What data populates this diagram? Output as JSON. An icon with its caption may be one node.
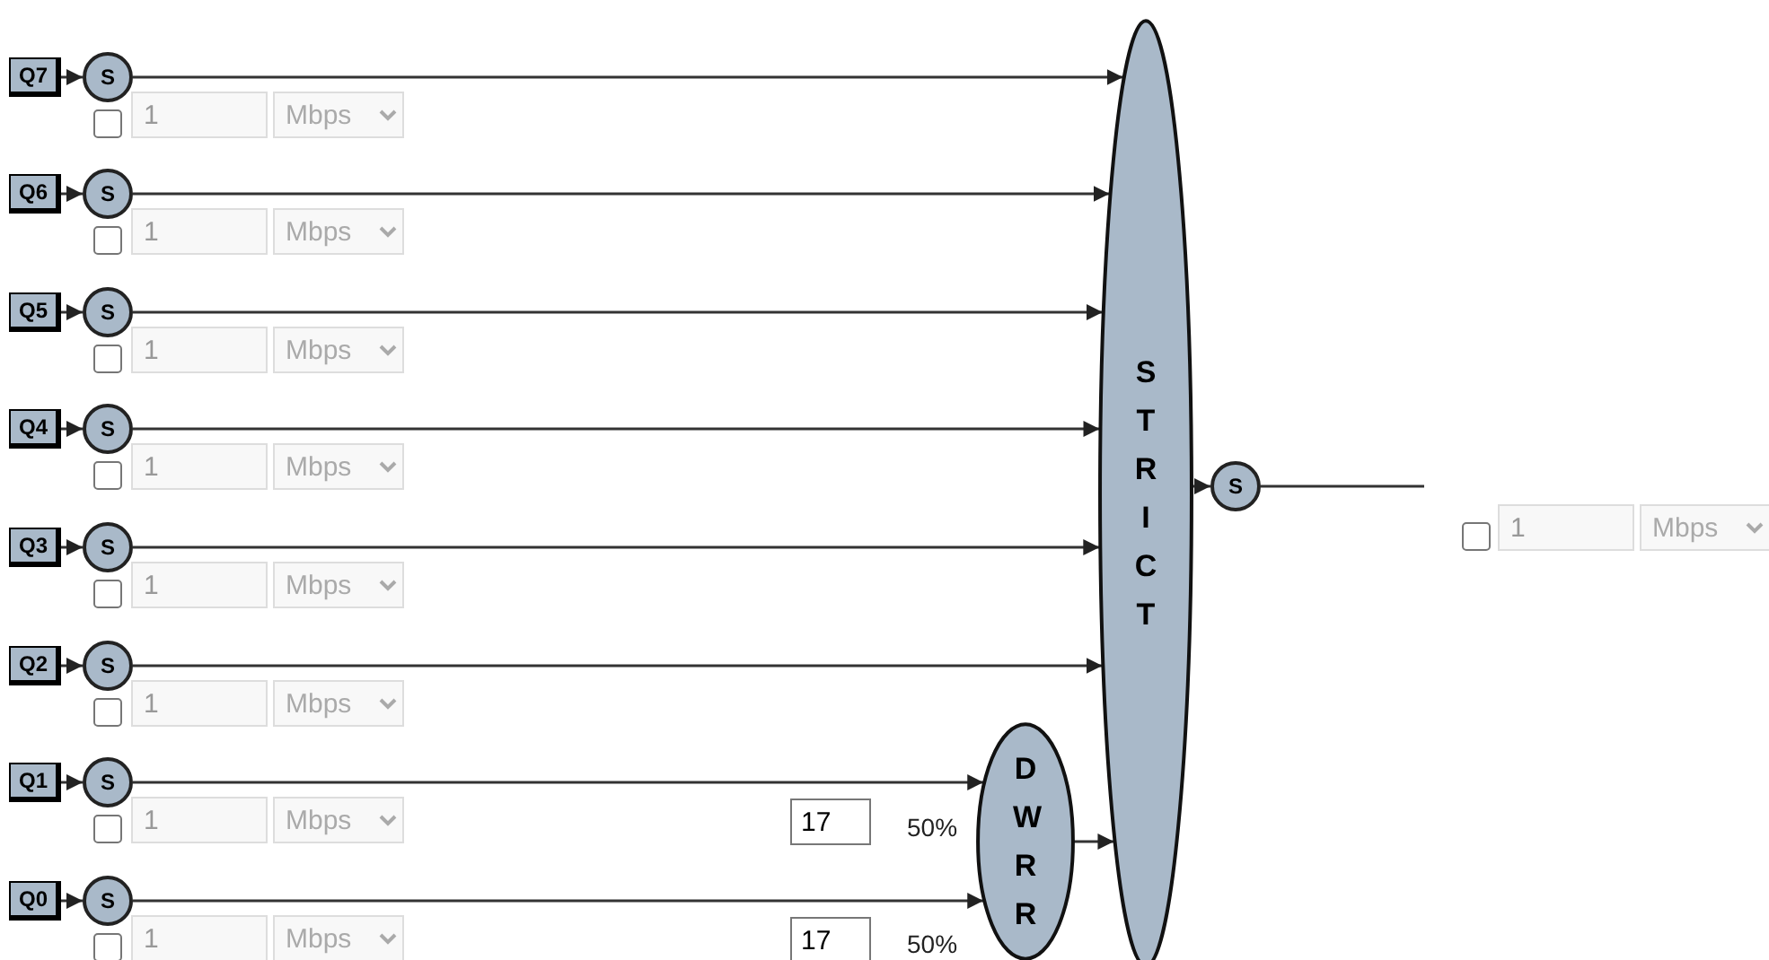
{
  "diagram": {
    "nodes": [
      {
        "text": [
          "Q7"
        ]
      },
      {
        "text": [
          "S"
        ]
      },
      {
        "text": [
          "Q6"
        ]
      },
      {
        "text": [
          "S"
        ]
      },
      {
        "text": [
          "Q5"
        ]
      },
      {
        "text": [
          "S"
        ]
      },
      {
        "text": [
          "Q4"
        ]
      },
      {
        "text": [
          "S"
        ]
      },
      {
        "text": [
          "Q3"
        ]
      },
      {
        "text": [
          "S"
        ]
      },
      {
        "text": [
          "Q2"
        ]
      },
      {
        "text": [
          "S"
        ]
      },
      {
        "text": [
          "Q1"
        ]
      },
      {
        "text": [
          "S"
        ]
      },
      {
        "text": [
          "Q0"
        ]
      },
      {
        "text": [
          "S"
        ]
      },
      {
        "text": [
          "STRICT"
        ]
      },
      {
        "text": [
          "DWRR"
        ]
      },
      {
        "text": [
          "S"
        ]
      }
    ],
    "edges": [
      {
        "from": 0,
        "to": 1,
        "arrow": "to"
      },
      {
        "from": 1,
        "to": 16,
        "arrow": "to"
      },
      {
        "from": 2,
        "to": 3,
        "arrow": "to"
      },
      {
        "from": 3,
        "to": 16,
        "arrow": "to"
      },
      {
        "from": 4,
        "to": 5,
        "arrow": "to"
      },
      {
        "from": 5,
        "to": 16,
        "arrow": "to"
      },
      {
        "from": 6,
        "to": 7,
        "arrow": "to"
      },
      {
        "from": 7,
        "to": 16,
        "arrow": "to"
      },
      {
        "from": 8,
        "to": 9,
        "arrow": "to"
      },
      {
        "from": 9,
        "to": 16,
        "arrow": "to"
      },
      {
        "from": 10,
        "to": 11,
        "arrow": "to"
      },
      {
        "from": 11,
        "to": 16,
        "arrow": "to"
      },
      {
        "from": 12,
        "to": 13,
        "arrow": "to"
      },
      {
        "from": 13,
        "to": 17,
        "arrow": "to"
      },
      {
        "from": 14,
        "to": 15,
        "arrow": "to"
      },
      {
        "from": 15,
        "to": 17,
        "arrow": "to"
      },
      {
        "from": 17,
        "to": 16,
        "arrow": "to"
      },
      {
        "from": 16,
        "to": 18,
        "arrow": "to"
      },
      {
        "from": 18,
        "to": null,
        "arrow": "none"
      }
    ],
    "labels": [
      "1",
      "Mbps",
      "1",
      "Mbps",
      "1",
      "Mbps",
      "1",
      "Mbps",
      "1",
      "Mbps",
      "1",
      "Mbps",
      "1",
      "Mbps",
      "1",
      "Mbps",
      "17",
      "50%",
      "1",
      "Mbps",
      "17",
      "50%"
    ]
  }
}
